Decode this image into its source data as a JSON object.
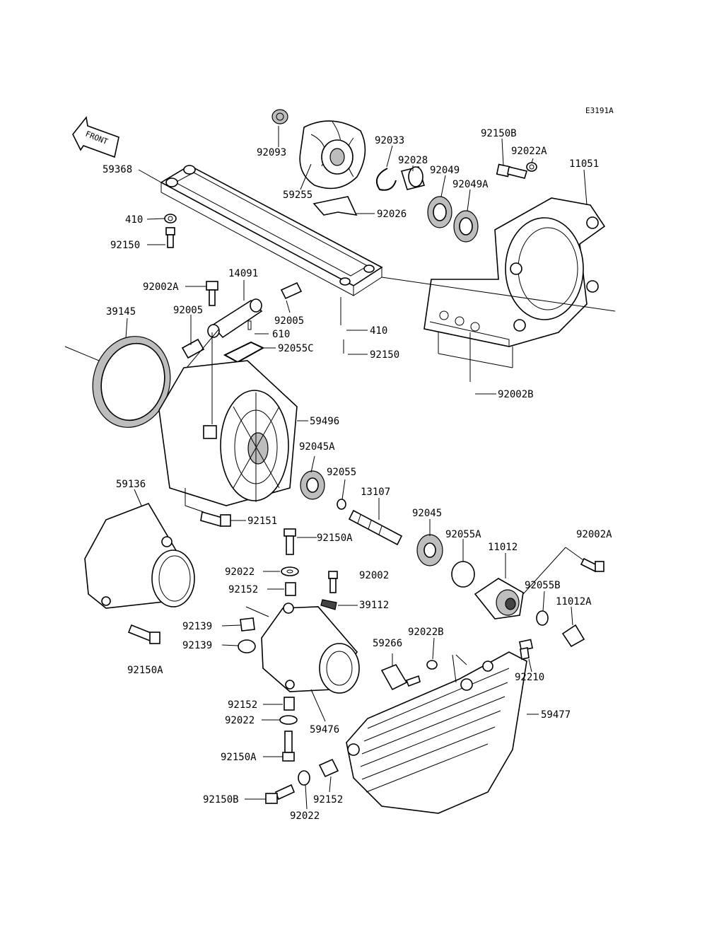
{
  "diagram_id": "E3191A",
  "front_label": "FRONT",
  "callouts": {
    "p92093": "92093",
    "p59255": "59255",
    "p92033": "92033",
    "p92028": "92028",
    "p92049": "92049",
    "p92049A": "92049A",
    "p92150B_top": "92150B",
    "p92022A": "92022A",
    "p11051": "11051",
    "p59368": "59368",
    "p410_a": "410",
    "p92150_a": "92150",
    "p92026": "92026",
    "p14091": "14091",
    "p92002A_a": "92002A",
    "p92005_a": "92005",
    "p92005_b": "92005",
    "p610": "610",
    "p39145": "39145",
    "p92055C": "92055C",
    "p410_b": "410",
    "p92150_b": "92150",
    "p92002B": "92002B",
    "p59496": "59496",
    "p92045A": "92045A",
    "p92055": "92055",
    "p13107": "13107",
    "p59136": "59136",
    "p92151": "92151",
    "p92045": "92045",
    "p92055A": "92055A",
    "p11012": "11012",
    "p92002A_b": "92002A",
    "p92150A_a": "92150A",
    "p92022_a": "92022",
    "p92002": "92002",
    "p92152_a": "92152",
    "p39112": "39112",
    "p92055B": "92055B",
    "p11012A": "11012A",
    "p92139_a": "92139",
    "p92139_b": "92139",
    "p92150A_b": "92150A",
    "p92022B": "92022B",
    "p59266": "59266",
    "p92210": "92210",
    "p92152_b": "92152",
    "p92022_b": "92022",
    "p59476": "59476",
    "p59477": "59477",
    "p92150A_c": "92150A",
    "p92150B_bot": "92150B",
    "p92152_c": "92152",
    "p92022_c": "92022"
  }
}
